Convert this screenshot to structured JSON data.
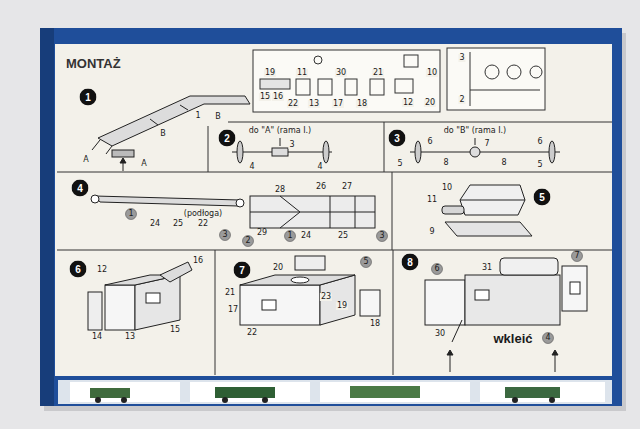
{
  "diagram": {
    "title": "MONTAŻ",
    "nodes": [
      {
        "text": [
          "1"
        ]
      },
      {
        "text": [
          "2"
        ]
      },
      {
        "text": [
          "3"
        ]
      },
      {
        "text": [
          "4"
        ]
      },
      {
        "text": [
          "5"
        ]
      },
      {
        "text": [
          "6"
        ]
      },
      {
        "text": [
          "7"
        ]
      },
      {
        "text": [
          "8"
        ]
      }
    ],
    "labels": [
      "19",
      "11",
      "30",
      "21",
      "10",
      "15",
      "16",
      "22",
      "13",
      "17",
      "18",
      "12",
      "20",
      "3",
      "2",
      "1",
      "B",
      "A",
      "A",
      "B",
      "do \"A\" (rama I.)",
      "3",
      "4",
      "4",
      "do \"B\" (rama I.)",
      "6",
      "7",
      "6",
      "5",
      "8",
      "8",
      "5",
      "1",
      "24",
      "25",
      "(podłoga)",
      "22",
      "3",
      "28",
      "26",
      "27",
      "29",
      "2",
      "1",
      "24",
      "25",
      "3",
      "10",
      "11",
      "9",
      "12",
      "16",
      "14",
      "13",
      "15",
      "20",
      "5",
      "21",
      "17",
      "23",
      "19",
      "22",
      "18",
      "6",
      "31",
      "7",
      "30",
      "wkleić",
      "4"
    ]
  }
}
